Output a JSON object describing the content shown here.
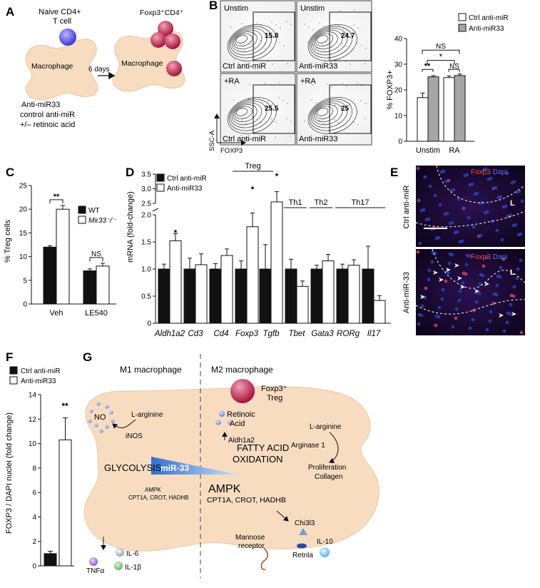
{
  "panels": {
    "A": "A",
    "B": "B",
    "C": "C",
    "D": "D",
    "E": "E",
    "F": "F",
    "G": "G"
  },
  "panel_a": {
    "naive_label_1": "Naive CD4+",
    "naive_label_2": "T cell",
    "treg_label": "Foxp3⁺CD4⁺",
    "macrophage_left": "Macrophage",
    "macrophage_right": "Macrophage",
    "duration": "6 days",
    "treatment_1": "Anti-miR33",
    "treatment_2": "control anti-miR",
    "treatment_3": "+/– retinoic acid"
  },
  "panel_b": {
    "flow_plots": [
      {
        "condition": "Unstim",
        "sample": "Ctrl anti-miR",
        "percent": "15.8"
      },
      {
        "condition": "Unstim",
        "sample": "Anti-miR33",
        "percent": "24.7"
      },
      {
        "condition": "+RA",
        "sample": "Ctrl anti-miR",
        "percent": "25.5"
      },
      {
        "condition": "+RA",
        "sample": "Anti-miR33",
        "percent": "25"
      }
    ],
    "y_axis": "SSC-A",
    "x_axis": "FOXP3",
    "bar_ylabel": "% FOXP3+",
    "bar_yticks": [
      "0",
      "10",
      "20",
      "30",
      "40"
    ],
    "bar_categories": [
      "Unstim",
      "RA"
    ],
    "legend": [
      "Ctrl anti-miR",
      "Anti-miR33"
    ],
    "sig": [
      "**",
      "*",
      "NS",
      "NS"
    ]
  },
  "panel_c": {
    "ylabel": "% Treg cells",
    "yticks": [
      "0",
      "5",
      "10",
      "15",
      "20",
      "25"
    ],
    "categories": [
      "Veh",
      "LE540"
    ],
    "legend": [
      "WT",
      "Mir33⁻/⁻"
    ],
    "sig": [
      "**",
      "NS"
    ]
  },
  "panel_d": {
    "ylabel": "mRNA (fold-change)",
    "yticks": [
      "0",
      "0.5",
      "1.0",
      "1.5",
      "2.0",
      "2.5",
      "3.0",
      "3.5"
    ],
    "legend": [
      "Ctrl anti-miR",
      "Anti-miR33"
    ],
    "genes": [
      "Aldh1a2",
      "Cd3",
      "Cd4",
      "Foxp3",
      "Tgfb",
      "Tbet",
      "Gata3",
      "RORg",
      "Il17"
    ],
    "groups": [
      "Treg",
      "Th1",
      "Th2",
      "Th17"
    ],
    "sig": "*"
  },
  "panel_e": {
    "stain_red": "Foxp3",
    "stain_blue": "Dapi",
    "lumen": "L",
    "rows": [
      "Ctrl anti-miR",
      "Anti-miR-33"
    ]
  },
  "panel_f": {
    "legend": [
      "Ctrl anti-miR",
      "Anti-miR33"
    ],
    "ylabel": "FOXP3 / DAPI nuclei (fold change)",
    "yticks": [
      "0",
      "2",
      "4",
      "6",
      "8",
      "10",
      "12",
      "14"
    ],
    "sig": "**"
  },
  "panel_g": {
    "m1_title": "M1 macrophage",
    "m2_title": "M2 macrophage",
    "treg_1": "Foxp3⁺",
    "treg_2": "Treg",
    "no": "NO",
    "l_arginine_left": "L-arginine",
    "inos": "iNOS",
    "retinoic_1": "Retinoic",
    "retinoic_2": "Acid",
    "aldh": "Aldh1a2",
    "l_arginine_right": "L-arginine",
    "arginase": "Arginase 1",
    "prolif_1": "Proliferation",
    "prolif_2": "Collagen",
    "glycolysis": "GLYCOLYSIS",
    "mir33": "miR-33",
    "fao_1": "FATTY ACID",
    "fao_2": "OXIDATION",
    "ampk_small": "AMPK",
    "cpt_small": "CPT1A, CROT, HADHB",
    "ampk_big": "AMPK",
    "cpt_big": "CPT1A, CROT, HADHB",
    "chi3l3": "Chi3l3",
    "il10": "IL-10",
    "retnla": "Retnla",
    "mannose_1": "Mannose",
    "mannose_2": "receptor",
    "tnfa": "TNFα",
    "il6": "IL-6",
    "il1b": "IL-1β"
  },
  "chart_data": [
    {
      "type": "bar",
      "id": "B",
      "categories": [
        "Unstim",
        "RA"
      ],
      "series": [
        {
          "name": "Ctrl anti-miR",
          "values": [
            17,
            24.8
          ],
          "errors": [
            1.8,
            0.6
          ]
        },
        {
          "name": "Anti-miR33",
          "values": [
            25.1,
            25.6
          ],
          "errors": [
            0.5,
            0.6
          ]
        }
      ],
      "ylabel": "% FOXP3+",
      "ylim": [
        0,
        40
      ]
    },
    {
      "type": "bar",
      "id": "C",
      "categories": [
        "Veh",
        "LE540"
      ],
      "series": [
        {
          "name": "WT",
          "values": [
            12,
            7
          ],
          "errors": [
            0.3,
            0.4
          ]
        },
        {
          "name": "Mir33⁻/⁻",
          "values": [
            20,
            8
          ],
          "errors": [
            0.8,
            0.6
          ]
        }
      ],
      "ylabel": "% Treg cells",
      "ylim": [
        0,
        25
      ]
    },
    {
      "type": "bar",
      "id": "D",
      "categories": [
        "Aldh1a2",
        "Cd3",
        "Cd4",
        "Foxp3",
        "Tgfb",
        "Tbet",
        "Gata3",
        "RORg",
        "Il17"
      ],
      "series": [
        {
          "name": "Ctrl anti-miR",
          "values": [
            1,
            1,
            1,
            1,
            1,
            1,
            1,
            1,
            1
          ],
          "errors": [
            0.09,
            0.2,
            0.1,
            0.15,
            0.45,
            0.18,
            0.07,
            0.09,
            0.42
          ]
        },
        {
          "name": "Anti-miR33",
          "values": [
            1.52,
            1.08,
            1.25,
            1.78,
            2.55,
            0.68,
            1.15,
            1.07,
            0.42
          ],
          "errors": [
            0.13,
            0.2,
            0.12,
            0.3,
            0.35,
            0.1,
            0.12,
            0.1,
            0.09
          ]
        }
      ],
      "ylabel": "mRNA (fold-change)",
      "ylim": [
        0,
        3.5
      ]
    },
    {
      "type": "bar",
      "id": "F",
      "categories": [
        "Ctrl anti-miR",
        "Anti-miR33"
      ],
      "series": [
        {
          "name": "FOXP3 / DAPI",
          "values": [
            1,
            10.3
          ],
          "errors": [
            0.2,
            1.8
          ]
        }
      ],
      "ylabel": "FOXP3 / DAPI nuclei (fold change)",
      "ylim": [
        0,
        14
      ]
    }
  ]
}
